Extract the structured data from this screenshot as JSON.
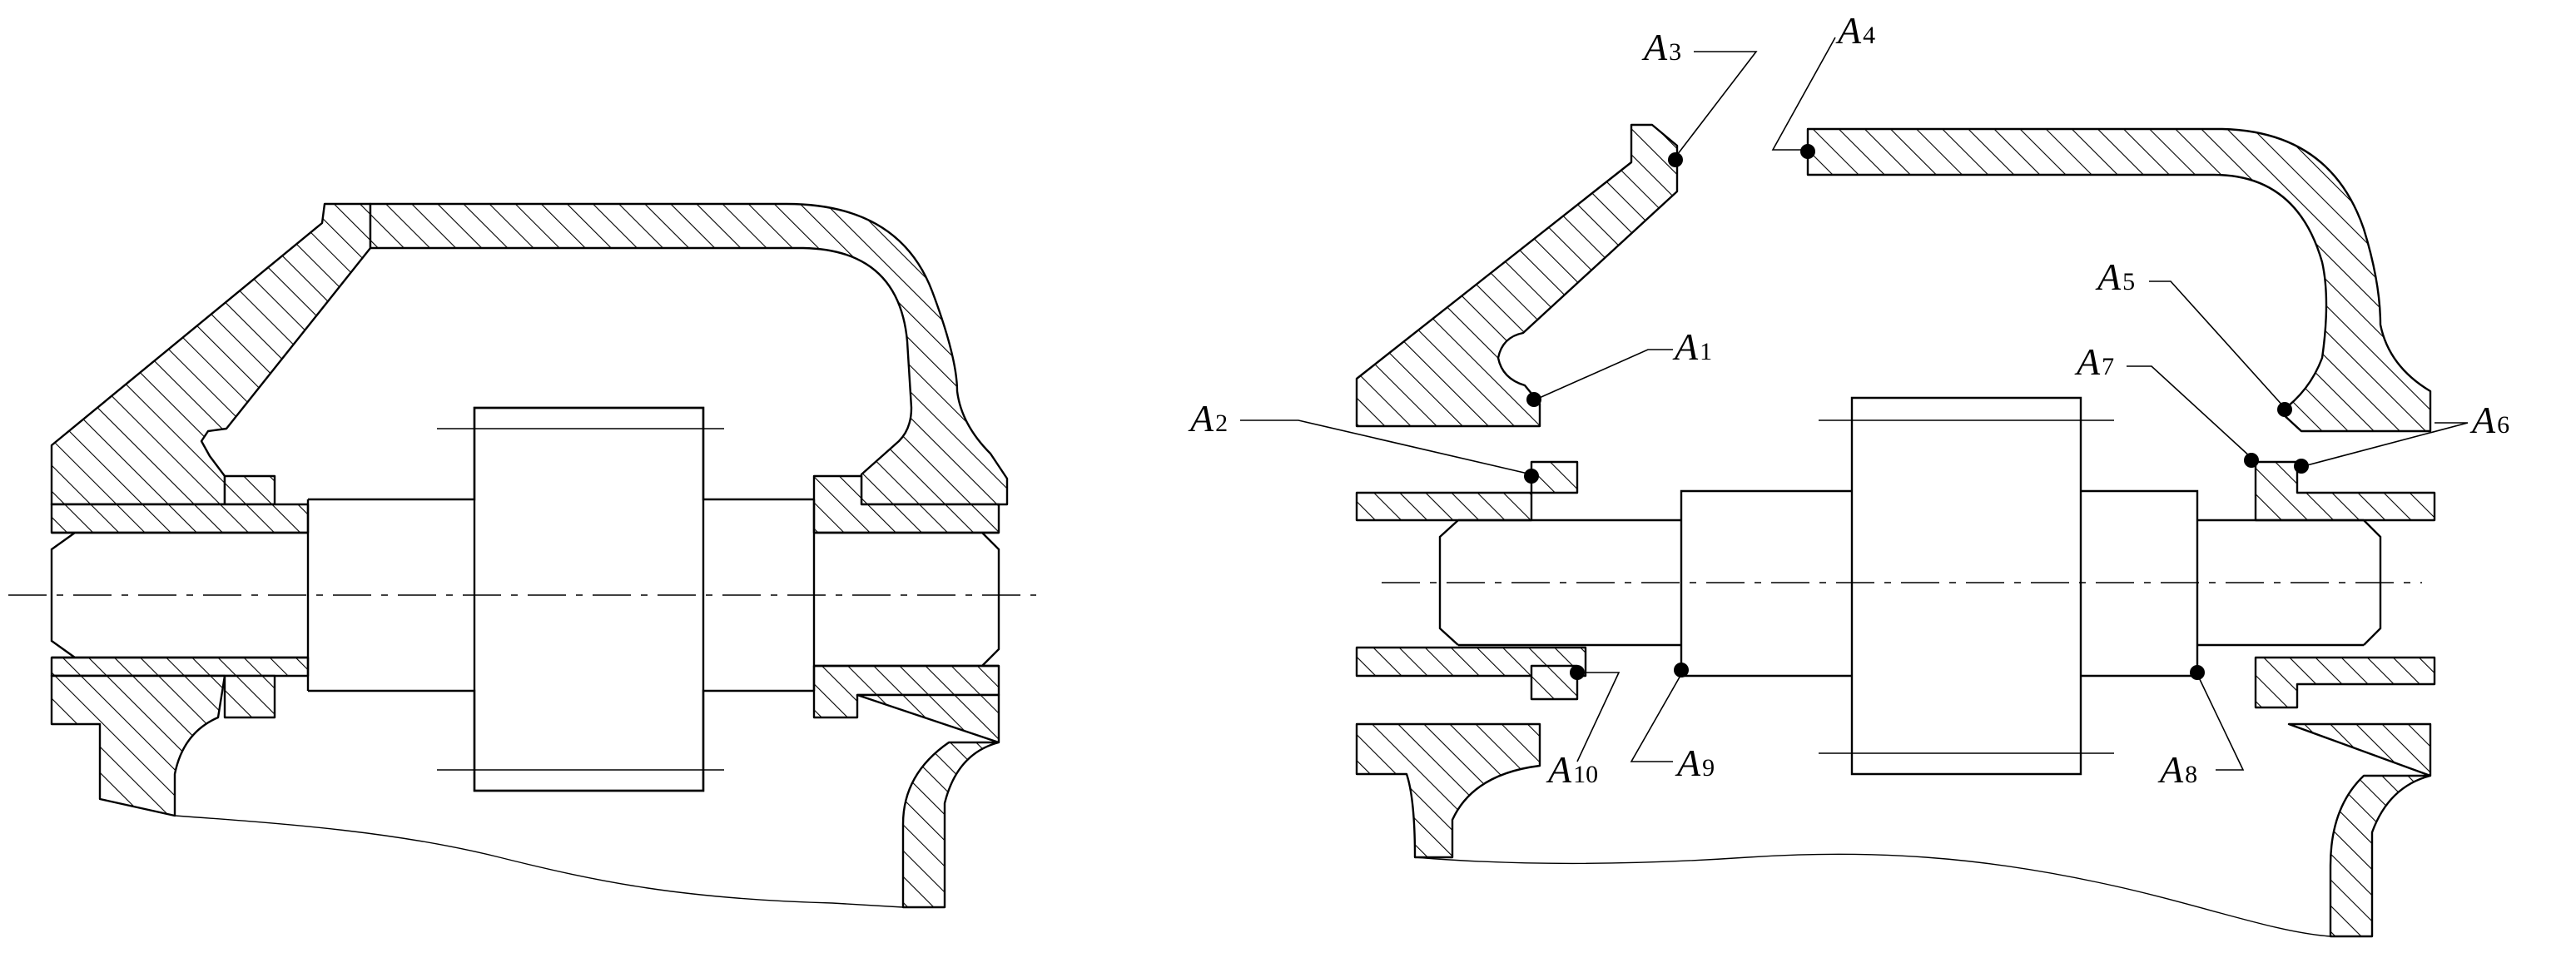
{
  "labels": {
    "a1": {
      "base": "A",
      "sub": "1"
    },
    "a2": {
      "base": "A",
      "sub": "2"
    },
    "a3": {
      "base": "A",
      "sub": "3"
    },
    "a4": {
      "base": "A",
      "sub": "4"
    },
    "a5": {
      "base": "A",
      "sub": "5"
    },
    "a6": {
      "base": "A",
      "sub": "6"
    },
    "a7": {
      "base": "A",
      "sub": "7"
    },
    "a8": {
      "base": "A",
      "sub": "8"
    },
    "a9": {
      "base": "A",
      "sub": "9"
    },
    "a10": {
      "base": "A",
      "sub": "10"
    }
  }
}
